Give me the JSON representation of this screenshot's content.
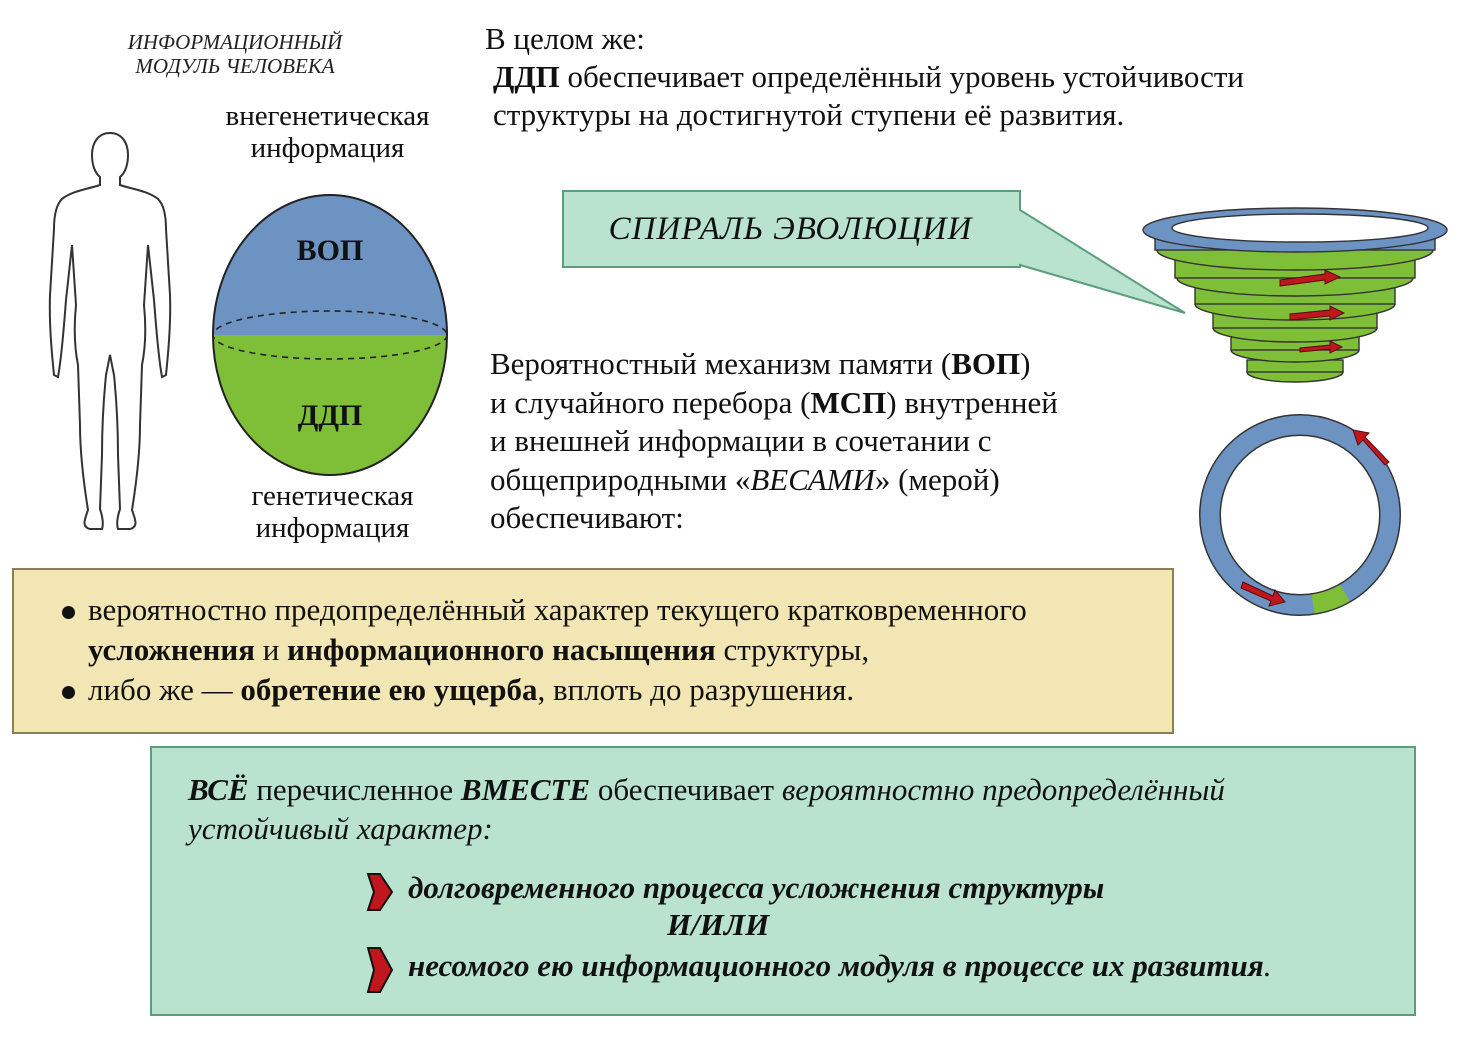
{
  "module": {
    "title_line1": "ИНФОРМАЦИОННЫЙ",
    "title_line2": "МОДУЛЬ ЧЕЛОВЕКА"
  },
  "egg": {
    "label_top_line1": "внегенетическая",
    "label_top_line2": "информация",
    "top_text": "ВОП",
    "bottom_text": "ДДП",
    "label_bottom_line1": "генетическая",
    "label_bottom_line2": "информация",
    "colors": {
      "top": "#6d93c2",
      "bottom": "#7fbf37"
    }
  },
  "intro": {
    "line1": "В целом же:",
    "ddp": "ДДП",
    "line2_rest": " обеспечивает определённый уровень устойчивости",
    "line3": "структуры на достигнутой ступени её развития."
  },
  "callout": {
    "text": "СПИРАЛЬ ЭВОЛЮЦИИ",
    "color": "#b9e3cf"
  },
  "mechanism": {
    "l1a": "Вероятностный механизм памяти (",
    "l1b": "ВОП",
    "l1c": ")",
    "l2a": "и случайного перебора (",
    "l2b": "МСП",
    "l2c": ") внутренней",
    "l3": "и внешней информации в сочетании с",
    "l4a": "общеприродными «",
    "l4b": "ВЕСАМИ",
    "l4c": "» (мерой)",
    "l5": "обеспечивают:"
  },
  "bullets": {
    "b1": "вероятностно предопределённый характер текущего кратковременного",
    "b1c_bold1": "усложнения",
    "b1c_mid": " и ",
    "b1c_bold2": "информационного насыщения",
    "b1c_end": " структуры,",
    "b2a": "либо же — ",
    "b2b": "обретение ею ущерба",
    "b2c": ", вплоть до разрушения.",
    "box_color": "#f2e6b4"
  },
  "summary": {
    "s1": "ВСЁ",
    "s2": " перечисленное ",
    "s3": "ВМЕСТЕ",
    "s4": " обеспечивает ",
    "s5": "вероятностно предопределённый",
    "s6": "устойчивый характер:",
    "point1": "долговременного процесса усложнения структуры",
    "and_or": "И/ИЛИ",
    "point2": "несомого ею информационного модуля в процессе их развития",
    "point2_end": ".",
    "box_color": "#b9e3cf",
    "arrow_color": "#c0161e"
  }
}
